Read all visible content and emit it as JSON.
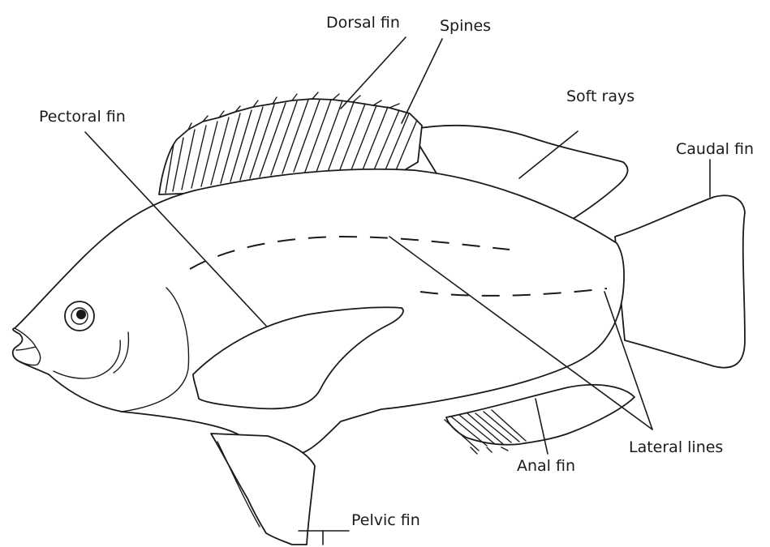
{
  "labels": {
    "dorsal_fin": "Dorsal fin",
    "spines": "Spines",
    "soft_rays": "Soft rays",
    "pectoral_fin": "Pectoral fin",
    "caudal_fin": "Caudal fin",
    "lateral_lines": "Lateral lines",
    "anal_fin": "Anal fin",
    "pelvic_fin": "Pelvic fin"
  }
}
